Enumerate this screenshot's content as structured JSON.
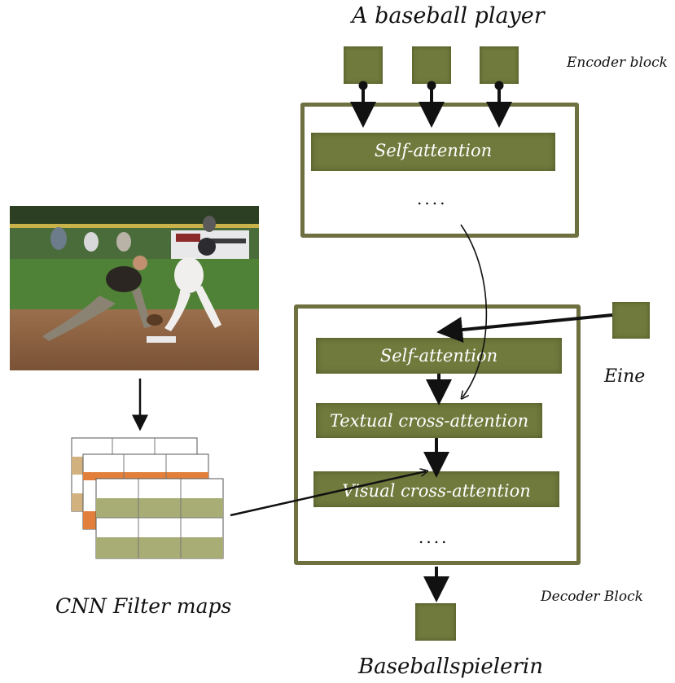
{
  "encoder": {
    "input_text": "A  baseball player",
    "block_label": "Encoder block",
    "self_attention_label": "Self-attention",
    "ellipsis": "...."
  },
  "decoder": {
    "block_label": "Decoder Block",
    "input_token_label": "Eine",
    "self_attention_label": "Self-attention",
    "textual_cross_attention_label": "Textual  cross-attention",
    "visual_cross_attention_label": "Visual  cross-attention",
    "ellipsis": "....",
    "output_label": "Baseballspielerin"
  },
  "image": {
    "caption": "CNN Filter maps"
  },
  "colors": {
    "layer_fill": "#707a3d",
    "frame": "#6e7040",
    "feature_green": "#a7ad74",
    "feature_orange": "#e27f3a",
    "feature_tan": "#d1b27f"
  }
}
